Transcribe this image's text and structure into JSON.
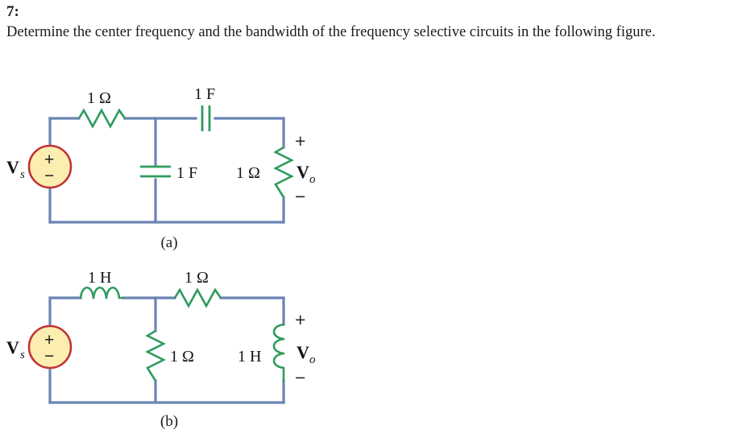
{
  "problem": {
    "number": "7:",
    "statement": "Determine the center frequency and the bandwidth of the frequency selective circuits in the following figure."
  },
  "colors": {
    "wire": "#6b84b4",
    "component": "#2e9b5c",
    "source_fill": "#fbeeb0",
    "source_stroke": "#c23235",
    "text": "#141414",
    "background": "#ffffff"
  },
  "figure": {
    "circuits": [
      {
        "id": "a",
        "caption": "(a)",
        "source": {
          "name": "Vs",
          "label": "V",
          "subscript": "s",
          "plus": "+",
          "minus": "−"
        },
        "output": {
          "label": "V",
          "subscript": "o",
          "plus": "+",
          "minus": "−"
        },
        "components": [
          {
            "name": "series-resistor",
            "type": "resistor",
            "label": "1 Ω",
            "orientation": "horizontal",
            "position": "top-left"
          },
          {
            "name": "series-capacitor",
            "type": "capacitor",
            "label": "1 F",
            "orientation": "horizontal",
            "position": "top-right"
          },
          {
            "name": "shunt-capacitor",
            "type": "capacitor",
            "label": "1 F",
            "orientation": "vertical",
            "position": "middle"
          },
          {
            "name": "load-resistor",
            "type": "resistor",
            "label": "1 Ω",
            "orientation": "vertical",
            "position": "right"
          }
        ]
      },
      {
        "id": "b",
        "caption": "(b)",
        "source": {
          "name": "Vs",
          "label": "V",
          "subscript": "s",
          "plus": "+",
          "minus": "−"
        },
        "output": {
          "label": "V",
          "subscript": "o",
          "plus": "+",
          "minus": "−"
        },
        "components": [
          {
            "name": "series-inductor",
            "type": "inductor",
            "label": "1 H",
            "orientation": "horizontal",
            "position": "top-left"
          },
          {
            "name": "series-resistor",
            "type": "resistor",
            "label": "1 Ω",
            "orientation": "horizontal",
            "position": "top-right"
          },
          {
            "name": "shunt-resistor",
            "type": "resistor",
            "label": "1 Ω",
            "orientation": "vertical",
            "position": "middle"
          },
          {
            "name": "load-inductor",
            "type": "inductor",
            "label": "1 H",
            "orientation": "vertical",
            "position": "right"
          }
        ]
      }
    ]
  }
}
